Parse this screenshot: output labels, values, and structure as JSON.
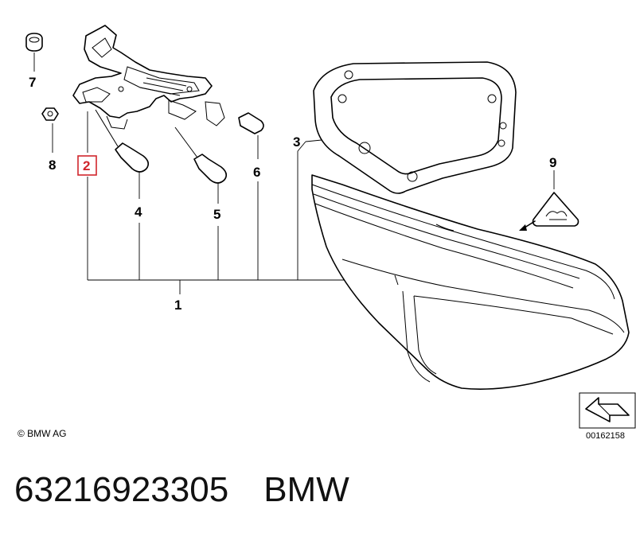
{
  "callouts": {
    "c1": "1",
    "c2": "2",
    "c3": "3",
    "c4": "4",
    "c5": "5",
    "c6": "6",
    "c7": "7",
    "c8": "8",
    "c9": "9"
  },
  "highlighted_callout": "2",
  "copyright": "© BMW AG",
  "diagram_id": "00162158",
  "footer": {
    "part_number": "63216923305",
    "brand": "BMW"
  },
  "colors": {
    "highlight": "#d0262c",
    "line": "#000000"
  }
}
